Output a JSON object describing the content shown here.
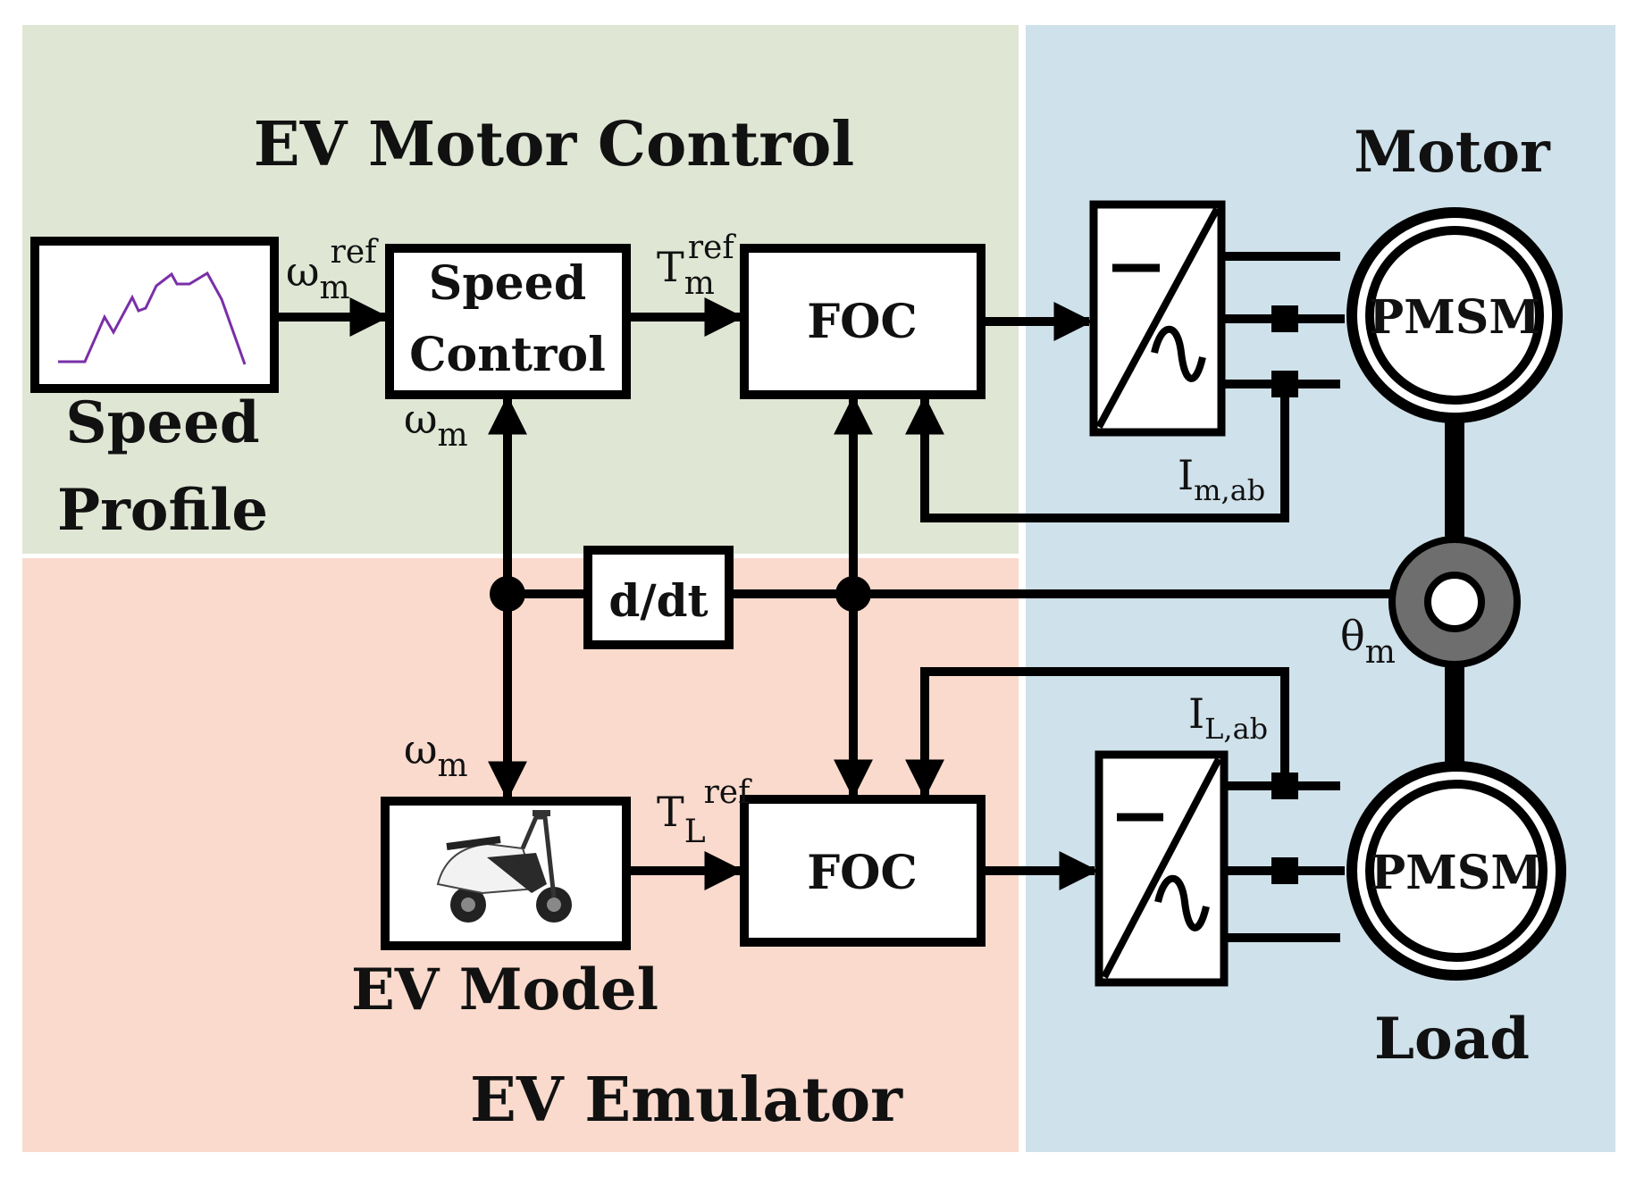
{
  "regions": {
    "motor_control_title": "EV Motor Control",
    "emulator_title": "EV Emulator",
    "motor_title": "Motor",
    "load_title": "Load",
    "colors": {
      "motor_control_bg": "#dfe6d4",
      "emulator_bg": "#f9dacd",
      "machines_bg": "#cfe1ea"
    }
  },
  "blocks": {
    "speed_profile": {
      "label_line1": "Speed",
      "label_line2": "Profile",
      "icon": "speed-profile-chart-icon",
      "plot_color": "#7a2fa8"
    },
    "speed_control": {
      "line1": "Speed",
      "line2": "Control"
    },
    "foc_motor": {
      "label": "FOC"
    },
    "foc_load": {
      "label": "FOC"
    },
    "ddt": {
      "label": "d/dt"
    },
    "ev_model": {
      "label": "EV Model",
      "icon": "scooter-icon"
    },
    "motor_pmsm": {
      "label": "PMSM"
    },
    "load_pmsm": {
      "label": "PMSM"
    }
  },
  "signals": {
    "omega_ref": {
      "base": "ω",
      "sub": "m",
      "sup": "ref"
    },
    "tm_ref": {
      "base": "T",
      "sub": "m",
      "sup": "ref"
    },
    "tl_ref": {
      "base": "T",
      "sub": "L",
      "sup": "ref"
    },
    "omega_fb_top": {
      "base": "ω",
      "sub": "m"
    },
    "omega_fb_bottom": {
      "base": "ω",
      "sub": "m"
    },
    "i_m": {
      "base": "I",
      "sub": "m,ab"
    },
    "i_l": {
      "base": "I",
      "sub": "L,ab"
    },
    "theta": {
      "base": "θ",
      "sub": "m"
    }
  }
}
